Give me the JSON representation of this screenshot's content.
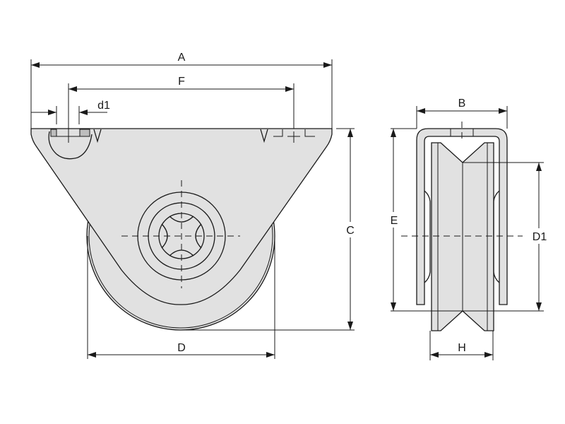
{
  "title": "Fixed V-groove wheel with bracket – dimension drawing",
  "dimensions": {
    "A": "A",
    "F": "F",
    "d1": "d1",
    "C": "C",
    "D": "D",
    "B": "B",
    "E": "E",
    "D1": "D1",
    "H": "H"
  },
  "colors": {
    "part_fill": "#e1e1e1",
    "line": "#1a1a1a"
  }
}
